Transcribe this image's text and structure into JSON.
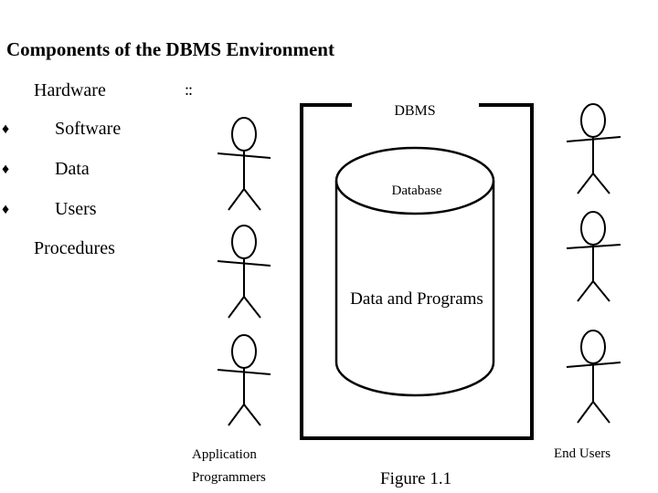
{
  "slide": {
    "title": "Components of the DBMS Environment",
    "dots": "::",
    "bullet_glyph": "♦",
    "items": [
      "Hardware",
      "Software",
      "Data",
      "Users",
      "Procedures"
    ]
  },
  "diagram": {
    "dbms_label": "DBMS",
    "database_label": "Database",
    "contents_label": "Data and Programs",
    "left_group_label_line1": "Application",
    "left_group_label_line2": "Programmers",
    "right_group_label": "End Users",
    "caption": "Figure 1.1"
  }
}
